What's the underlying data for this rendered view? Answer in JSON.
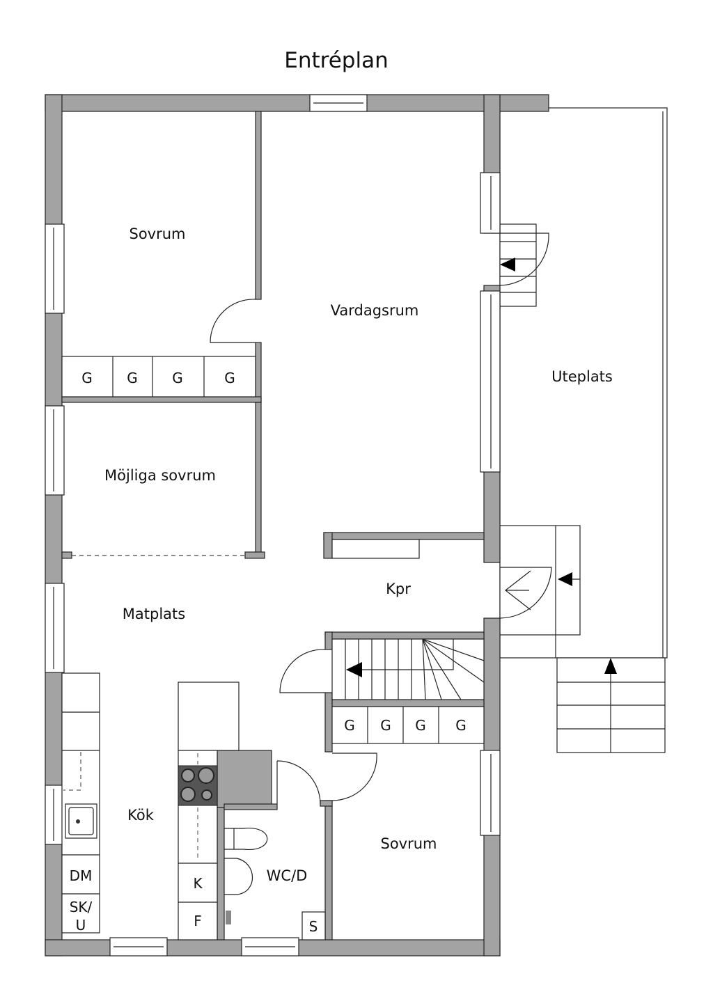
{
  "title": "Entréplan",
  "rooms": {
    "sovrum_top": "Sovrum",
    "vardagsrum": "Vardagsrum",
    "uteplats": "Uteplats",
    "mojliga_sovrum": "Möjliga sovrum",
    "matplats": "Matplats",
    "kpr": "Kpr",
    "kok": "Kök",
    "wcd": "WC/D",
    "sovrum_bottom": "Sovrum"
  },
  "closets_top": [
    "G",
    "G",
    "G",
    "G"
  ],
  "closets_bottom": [
    "G",
    "G",
    "G",
    "G"
  ],
  "fixtures": {
    "dm": "DM",
    "sku_1": "SK/",
    "sku_2": "U",
    "k": "K",
    "f": "F",
    "s": "S"
  }
}
